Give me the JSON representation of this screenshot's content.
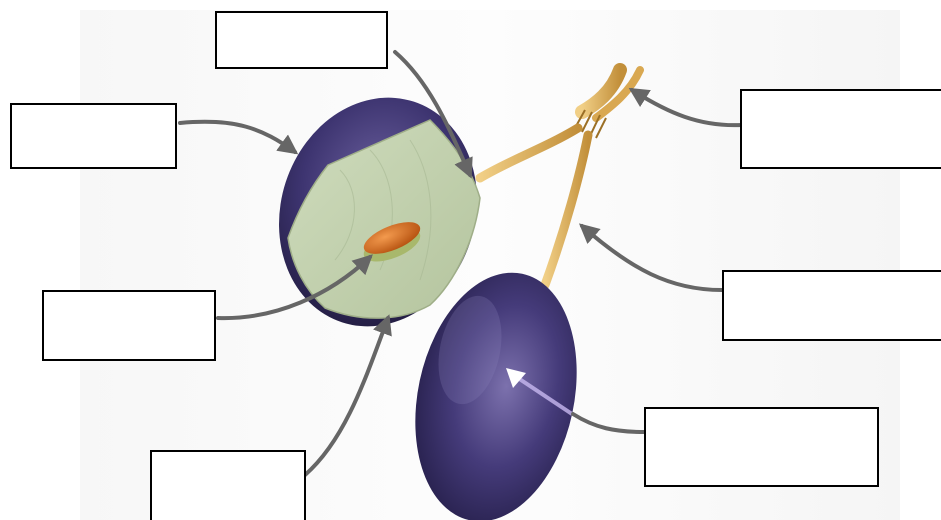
{
  "labels": [
    {
      "id": "top",
      "text": ""
    },
    {
      "id": "upper-left",
      "text": ""
    },
    {
      "id": "mid-left",
      "text": ""
    },
    {
      "id": "bottom-left",
      "text": ""
    },
    {
      "id": "upper-right",
      "text": ""
    },
    {
      "id": "mid-right",
      "text": ""
    },
    {
      "id": "lower-right",
      "text": ""
    }
  ],
  "colors": {
    "skin": "#332b5e",
    "flesh": "#c6d5b3",
    "seed": "#d26a22",
    "stem": "#e3b45f",
    "arrow": "#666666"
  },
  "icons": [
    "leader-arrow",
    "highlight-arrow"
  ]
}
